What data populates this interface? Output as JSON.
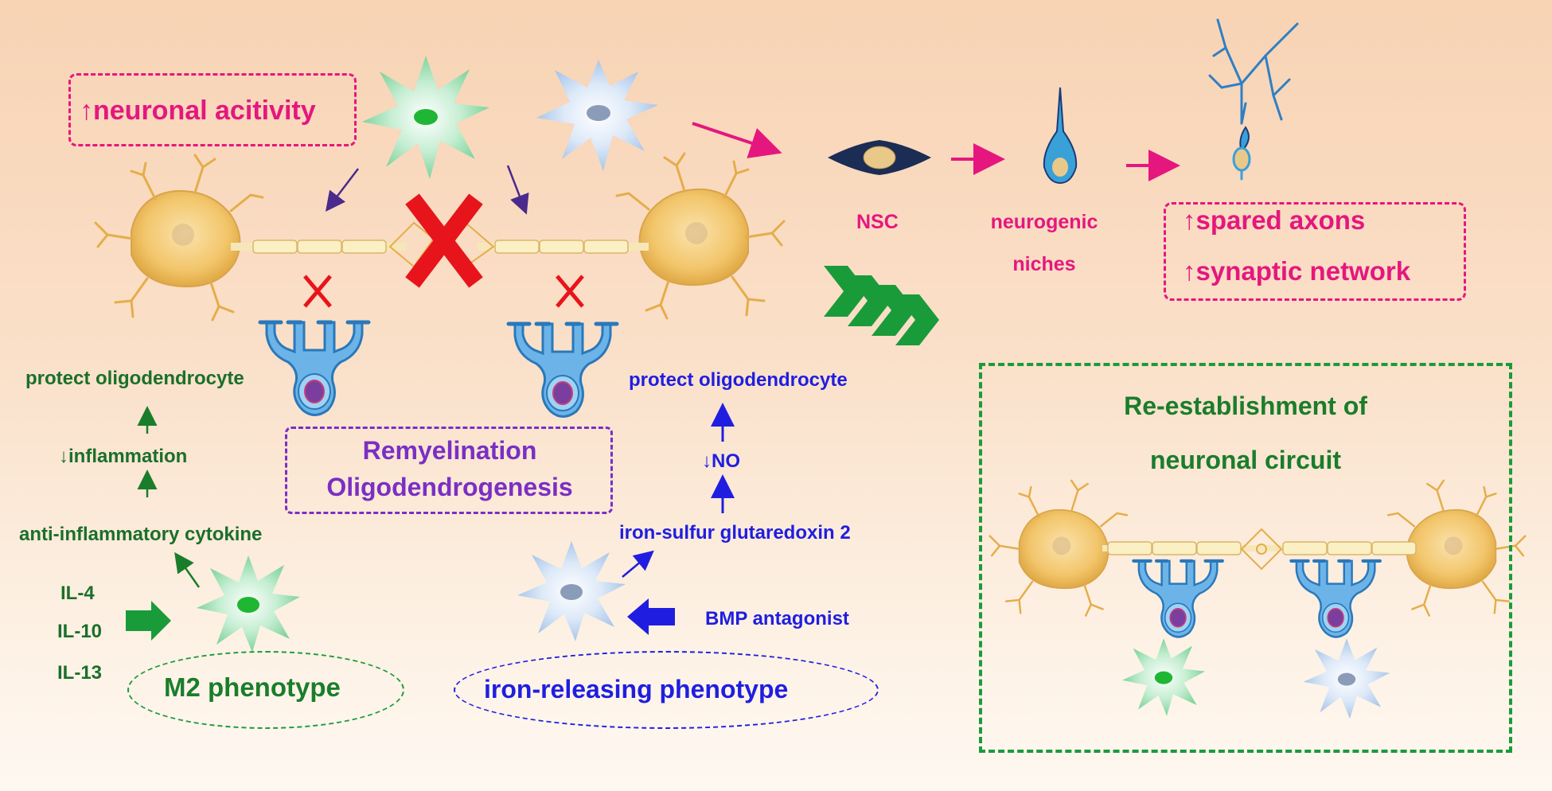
{
  "labels": {
    "neuronal_activity": "↑neuronal acitivity",
    "nsc": "NSC",
    "neurogenic_line1": "neurogenic",
    "neurogenic_line2": "niches",
    "spared_axons": "↑spared axons",
    "synaptic_network": "↑synaptic network",
    "protect_left": "protect oligodendrocyte",
    "inflammation": "↓inflammation",
    "cytokine": "anti-inflammatory cytokine",
    "il4": "IL-4",
    "il10": "IL-10",
    "il13": "IL-13",
    "m2": "M2 phenotype",
    "remyelination": "Remyelination",
    "oligodendrogenesis": "Oligodendrogenesis",
    "protect_right": "protect oligodendrocyte",
    "no": "↓NO",
    "glutaredoxin": "iron-sulfur glutaredoxin 2",
    "bmp": "BMP antagonist",
    "iron_phenotype": "iron-releasing phenotype",
    "reestablish_line1": "Re-establishment of",
    "reestablish_line2": "neuronal circuit",
    "up_arrow": "↑"
  },
  "colors": {
    "pink": "#e5177e",
    "green": "#1a7d2b",
    "blue": "#1f1ee0",
    "purple": "#7a2fc4",
    "red_x": "#e8141b",
    "neuron": "#f0bf63",
    "oligodendrocyte": "#5aa6dc",
    "microglia_green": "#9fe0b4",
    "microglia_blue": "#c8ddf5"
  }
}
